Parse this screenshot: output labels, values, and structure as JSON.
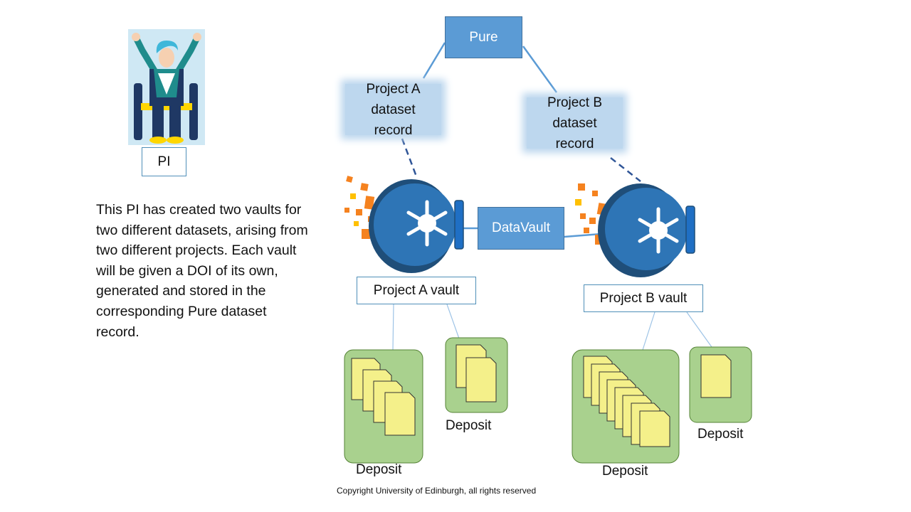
{
  "pure_label": "Pure",
  "datavault_label": "DataVault",
  "records": {
    "project_a": "Project A\ndataset\nrecord",
    "project_b": "Project B\ndataset\nrecord"
  },
  "pi_label": "PI",
  "description": "This PI has created two vaults for two different datasets, arising from two different projects. Each vault will be given a DOI of its own, generated and stored in the corresponding Pure dataset record.",
  "vaults": {
    "project_a": "Project A vault",
    "project_b": "Project B vault"
  },
  "deposit_label": "Deposit",
  "copyright": "Copyright University of Edinburgh, all rights reserved",
  "colors": {
    "box_fill": "#5b9bd5",
    "record_fill": "#bdd7ee",
    "vault_blue": "#2e75b6",
    "deposit_fill": "#a9d18e",
    "file_fill": "#f4f08a",
    "confetti_orange": "#f5821f"
  }
}
